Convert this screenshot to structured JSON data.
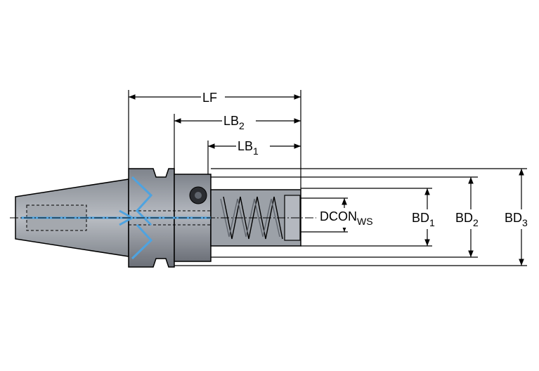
{
  "dimensions": {
    "lf": {
      "main": "LF",
      "sub": ""
    },
    "lb2": {
      "main": "LB",
      "sub": "2"
    },
    "lb1": {
      "main": "LB",
      "sub": "1"
    },
    "dcon": {
      "main": "DCON",
      "sub": "WS"
    },
    "bd1": {
      "main": "BD",
      "sub": "1"
    },
    "bd2": {
      "main": "BD",
      "sub": "2"
    },
    "bd3": {
      "main": "BD",
      "sub": "3"
    }
  },
  "colors": {
    "body_gray": "#9a9fa8",
    "body_dark": "#5f646c",
    "coolant_blue": "#4ea3e0",
    "line": "#000000"
  }
}
